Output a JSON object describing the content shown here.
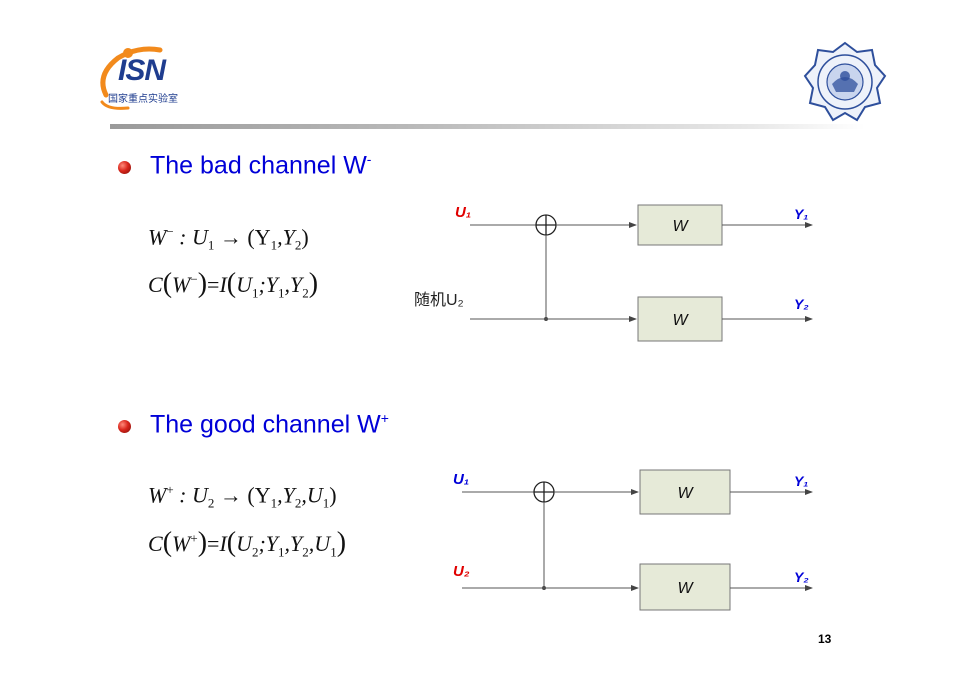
{
  "header": {
    "logo_left": {
      "text": "ISN",
      "subtitle": "国家重点实验室"
    },
    "logo_right": {
      "name": "university-seal"
    }
  },
  "sections": [
    {
      "heading": "The bad channel W",
      "heading_sup": "-",
      "formula_1": [
        "W",
        "−",
        " : U",
        "1",
        " → (Y",
        "1",
        ",Y",
        "2",
        ")"
      ],
      "formula_2": [
        "C",
        "(",
        "W",
        "−",
        ")",
        "=",
        "I",
        "(",
        "U",
        "1",
        ";Y",
        "1",
        ",Y",
        "2",
        ")"
      ],
      "diagram": {
        "input_top": "U₁",
        "input_bottom": "随机U₂",
        "box_top": "W",
        "box_bottom": "W",
        "output_top": "Y₁",
        "output_bottom": "Y₂"
      }
    },
    {
      "heading": "The good channel W",
      "heading_sup": "+",
      "formula_1": [
        "W",
        "+",
        " : U",
        "2",
        " → (Y",
        "1",
        ",Y",
        "2",
        ",U",
        "1",
        ")"
      ],
      "formula_2": [
        "C",
        "(",
        "W",
        "+",
        ")",
        "=",
        "I",
        "(",
        "U",
        "2",
        ";Y",
        "1",
        ",Y",
        "2",
        ",U",
        "1",
        ")"
      ],
      "diagram": {
        "input_top": "U₁",
        "input_bottom": "U₂",
        "box_top": "W",
        "box_bottom": "W",
        "output_top": "Y₁",
        "output_bottom": "Y₂"
      }
    }
  ],
  "page_number": "13",
  "colors": {
    "heading": "#0000d8",
    "input_label": "#e00000",
    "output_label": "#0000d8",
    "box_fill": "#e6ead8"
  }
}
